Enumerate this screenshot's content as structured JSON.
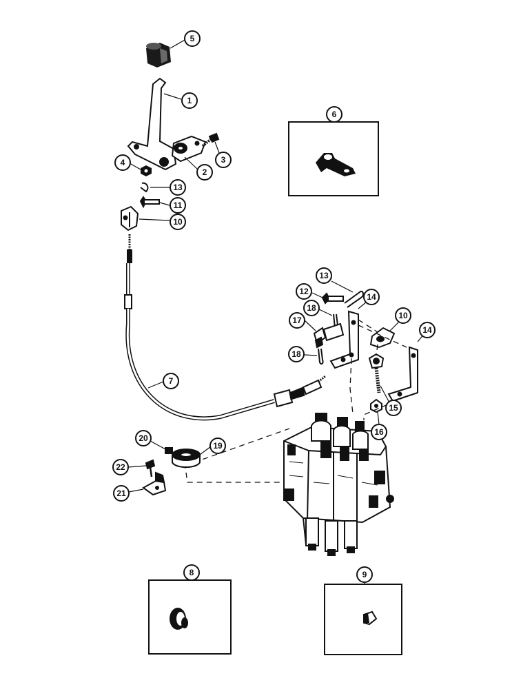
{
  "diagram": {
    "callouts": {
      "c1": "1",
      "c2": "2",
      "c3": "3",
      "c4": "4",
      "c5": "5",
      "c6": "6",
      "c7": "7",
      "c8": "8",
      "c9": "9",
      "c10a": "10",
      "c10b": "10",
      "c11": "11",
      "c12": "12",
      "c13a": "13",
      "c13b": "13",
      "c14a": "14",
      "c14b": "14",
      "c15": "15",
      "c16": "16",
      "c17": "17",
      "c18a": "18",
      "c18b": "18",
      "c19": "19",
      "c20": "20",
      "c21": "21",
      "c22": "22"
    }
  }
}
